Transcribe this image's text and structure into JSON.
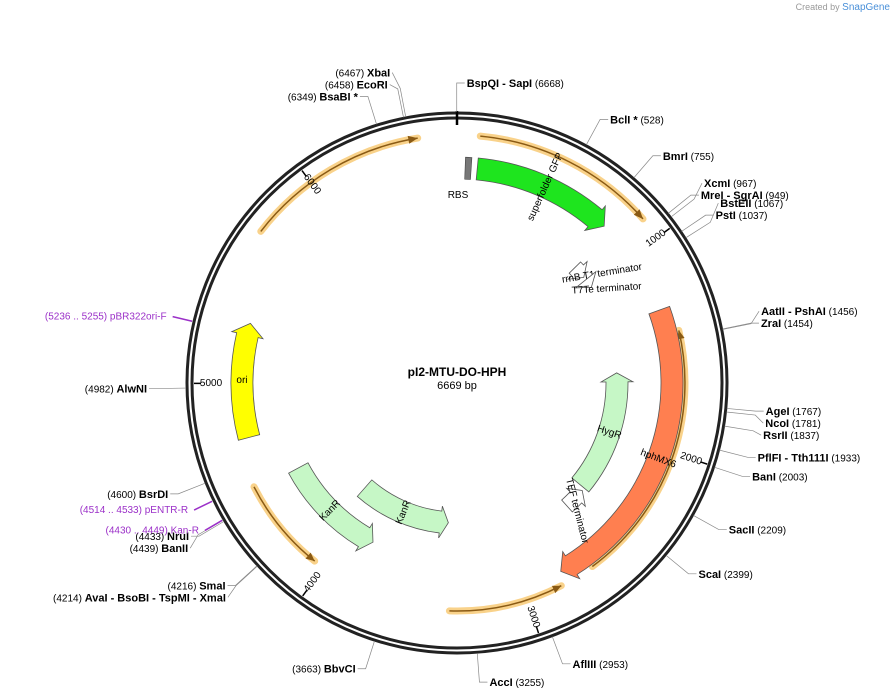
{
  "header": {
    "brand_prefix": "Created by",
    "brand_name": "SnapGene"
  },
  "plasmid": {
    "name": "pI2-MTU-DO-HPH",
    "length_label": "6669 bp",
    "length": 6669
  },
  "position_ticks": [
    {
      "label": "1000",
      "pos": 1000
    },
    {
      "label": "2000",
      "pos": 2000
    },
    {
      "label": "3000",
      "pos": 3000
    },
    {
      "label": "4000",
      "pos": 4000
    },
    {
      "label": "5000",
      "pos": 5000
    },
    {
      "label": "6000",
      "pos": 6000
    }
  ],
  "features": [
    {
      "name": "superfolder GFP",
      "start": 100,
      "end": 800,
      "direction": "forward",
      "color": "#1ee51e",
      "label_inside": true
    },
    {
      "name": "RBS",
      "start": 40,
      "end": 70,
      "direction": "none",
      "color": "#777777",
      "label_inside": false
    },
    {
      "name": "rrnB T1 terminator",
      "start": 845,
      "end": 930,
      "direction": "forward",
      "color": "#ffffff",
      "label_inside": false
    },
    {
      "name": "T7Te terminator",
      "start": 950,
      "end": 1010,
      "direction": "forward",
      "color": "#ffffff",
      "label_inside": false
    },
    {
      "name": "hphMX6",
      "start": 1300,
      "end": 2800,
      "direction": "forward",
      "color": "#ff7f50",
      "label_inside": true
    },
    {
      "name": "HygR",
      "start": 1600,
      "end": 2400,
      "direction": "reverse",
      "color": "#c6f7c6",
      "label_inside": true
    },
    {
      "name": "TEF terminator",
      "start": 2420,
      "end": 2560,
      "direction": "reverse",
      "color": "#ffffff",
      "label_inside": false
    },
    {
      "name": "KanR",
      "start": 3400,
      "end": 4100,
      "direction": "reverse",
      "color": "#c6f7c6",
      "label_inside": true
    },
    {
      "name": "KanR",
      "start": 3850,
      "end": 4480,
      "direction": "reverse",
      "color": "#c6f7c6",
      "label_inside": true
    },
    {
      "name": "ori",
      "start": 4730,
      "end": 5300,
      "direction": "forward",
      "color": "#ffff00",
      "label_inside": true
    }
  ],
  "enzymes": [
    {
      "name": "BspQI",
      "name2": "SapI",
      "pos_text": "(6668)",
      "pos": 6668
    },
    {
      "name": "BclI *",
      "pos_text": "(528)",
      "pos": 528
    },
    {
      "name": "BmrI",
      "pos_text": "(755)",
      "pos": 755
    },
    {
      "name": "MreI",
      "name2": "SgrAI",
      "pos_text": "(949)",
      "pos": 949
    },
    {
      "name": "XcmI",
      "pos_text": "(967)",
      "pos": 967
    },
    {
      "name": "PstI",
      "pos_text": "(1037)",
      "pos": 1037
    },
    {
      "name": "BstEII",
      "pos_text": "(1067)",
      "pos": 1067
    },
    {
      "name": "ZraI",
      "pos_text": "(1454)",
      "pos": 1454
    },
    {
      "name": "AatII",
      "name2": "PshAI",
      "pos_text": "(1456)",
      "pos": 1456
    },
    {
      "name": "AgeI",
      "pos_text": "(1767)",
      "pos": 1767
    },
    {
      "name": "NcoI",
      "pos_text": "(1781)",
      "pos": 1781
    },
    {
      "name": "RsrII",
      "pos_text": "(1837)",
      "pos": 1837
    },
    {
      "name": "PflFI",
      "name2": "Tth111I",
      "pos_text": "(1933)",
      "pos": 1933
    },
    {
      "name": "BanI",
      "pos_text": "(2003)",
      "pos": 2003
    },
    {
      "name": "SacII",
      "pos_text": "(2209)",
      "pos": 2209
    },
    {
      "name": "ScaI",
      "pos_text": "(2399)",
      "pos": 2399
    },
    {
      "name": "AflIII",
      "pos_text": "(2953)",
      "pos": 2953
    },
    {
      "name": "AccI",
      "pos_text": "(3255)",
      "pos": 3255
    },
    {
      "name": "BbvCI",
      "pos_text": "(3663)",
      "pos": 3663
    },
    {
      "name": "SmaI",
      "pos_text": "(4216)",
      "pos": 4216
    },
    {
      "name": "AvaI",
      "name2": "BsoBI",
      "name3": "TspMI",
      "name4": "XmaI",
      "pos_text": "(4214)",
      "pos": 4214
    },
    {
      "name": "NruI",
      "pos_text": "(4433)",
      "pos": 4433
    },
    {
      "name": "BanII",
      "pos_text": "(4439)",
      "pos": 4439
    },
    {
      "name": "BsrDI",
      "pos_text": "(4600)",
      "pos": 4600
    },
    {
      "name": "AlwNI",
      "pos_text": "(4982)",
      "pos": 4982
    },
    {
      "name": "BsaBI *",
      "pos_text": "(6349)",
      "pos": 6349
    },
    {
      "name": "EcoRI",
      "pos_text": "(6458)",
      "pos": 6458
    },
    {
      "name": "XbaI",
      "pos_text": "(6467)",
      "pos": 6467
    }
  ],
  "primers": [
    {
      "name": "pBR322ori-F",
      "range_text": "(5236 .. 5255)",
      "pos": 5245
    },
    {
      "name": "pENTR-R",
      "range_text": "(4514 .. 4533)",
      "pos": 4524
    },
    {
      "name": "Kan-R",
      "range_text": "(4430 .. 4449)",
      "pos": 4440
    }
  ],
  "orfs": [
    {
      "start": 100,
      "end": 900,
      "direction": "forward"
    },
    {
      "start": 5700,
      "end": 6500,
      "direction": "forward"
    },
    {
      "start": 1420,
      "end": 2660,
      "direction": "reverse"
    },
    {
      "start": 2830,
      "end": 3370,
      "direction": "reverse"
    },
    {
      "start": 4050,
      "end": 4500,
      "direction": "reverse"
    }
  ],
  "colors": {
    "primer": "#9b30c8",
    "orf_highlight": "#f9d28a",
    "orf_line": "#8a5a14",
    "backbone": "#222222"
  }
}
